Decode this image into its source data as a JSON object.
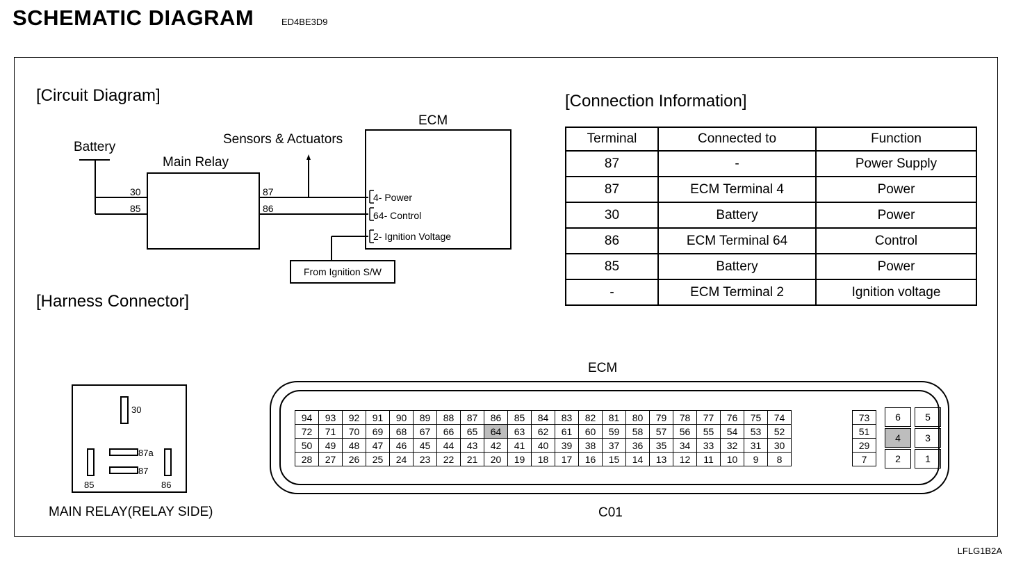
{
  "header": {
    "title": "SCHEMATIC DIAGRAM",
    "doc_code": "ED4BE3D9"
  },
  "footer": {
    "figure_code": "LFLG1B2A"
  },
  "circuit": {
    "heading": "[Circuit Diagram]",
    "battery_label": "Battery",
    "main_relay_label": "Main Relay",
    "sensors_label": "Sensors & Actuators",
    "ecm_label": "ECM",
    "relay_pins": {
      "p30": "30",
      "p85": "85",
      "p87": "87",
      "p86": "86"
    },
    "ecm_pins": [
      {
        "num": "4",
        "name": "- Power"
      },
      {
        "num": "64",
        "name": "- Control"
      },
      {
        "num": "2",
        "name": "- Ignition Voltage"
      }
    ],
    "ignition_label": "From Ignition S/W"
  },
  "connection": {
    "heading": "[Connection Information]",
    "columns": [
      "Terminal",
      "Connected to",
      "Function"
    ],
    "rows": [
      [
        "87",
        "-",
        "Power Supply"
      ],
      [
        "87",
        "ECM Terminal 4",
        "Power"
      ],
      [
        "30",
        "Battery",
        "Power"
      ],
      [
        "86",
        "ECM Terminal 64",
        "Control"
      ],
      [
        "85",
        "Battery",
        "Power"
      ],
      [
        "-",
        "ECM Terminal 2",
        "Ignition voltage"
      ]
    ]
  },
  "harness": {
    "heading": "[Harness Connector]",
    "relay_caption": "MAIN RELAY(RELAY SIDE)",
    "relay_pins": {
      "p30": "30",
      "p87a": "87a",
      "p87": "87",
      "p85": "85",
      "p86": "86"
    },
    "ecm_title": "ECM",
    "ecm_code": "C01",
    "main_block": [
      [
        "94",
        "93",
        "92",
        "91",
        "90",
        "89",
        "88",
        "87",
        "86",
        "85",
        "84",
        "83",
        "82",
        "81",
        "80",
        "79",
        "78",
        "77",
        "76",
        "75",
        "74"
      ],
      [
        "72",
        "71",
        "70",
        "69",
        "68",
        "67",
        "66",
        "65",
        "64",
        "63",
        "62",
        "61",
        "60",
        "59",
        "58",
        "57",
        "56",
        "55",
        "54",
        "53",
        "52"
      ],
      [
        "50",
        "49",
        "48",
        "47",
        "46",
        "45",
        "44",
        "43",
        "42",
        "41",
        "40",
        "39",
        "38",
        "37",
        "36",
        "35",
        "34",
        "33",
        "32",
        "31",
        "30"
      ],
      [
        "28",
        "27",
        "26",
        "25",
        "24",
        "23",
        "22",
        "21",
        "20",
        "19",
        "18",
        "17",
        "16",
        "15",
        "14",
        "13",
        "12",
        "11",
        "10",
        "9",
        "8"
      ]
    ],
    "col_block": [
      "73",
      "51",
      "29",
      "7"
    ],
    "mid_block": [
      "6",
      "4",
      "2"
    ],
    "right_block": [
      "5",
      "3",
      "1"
    ],
    "highlighted_pins": [
      "64",
      "4"
    ]
  }
}
